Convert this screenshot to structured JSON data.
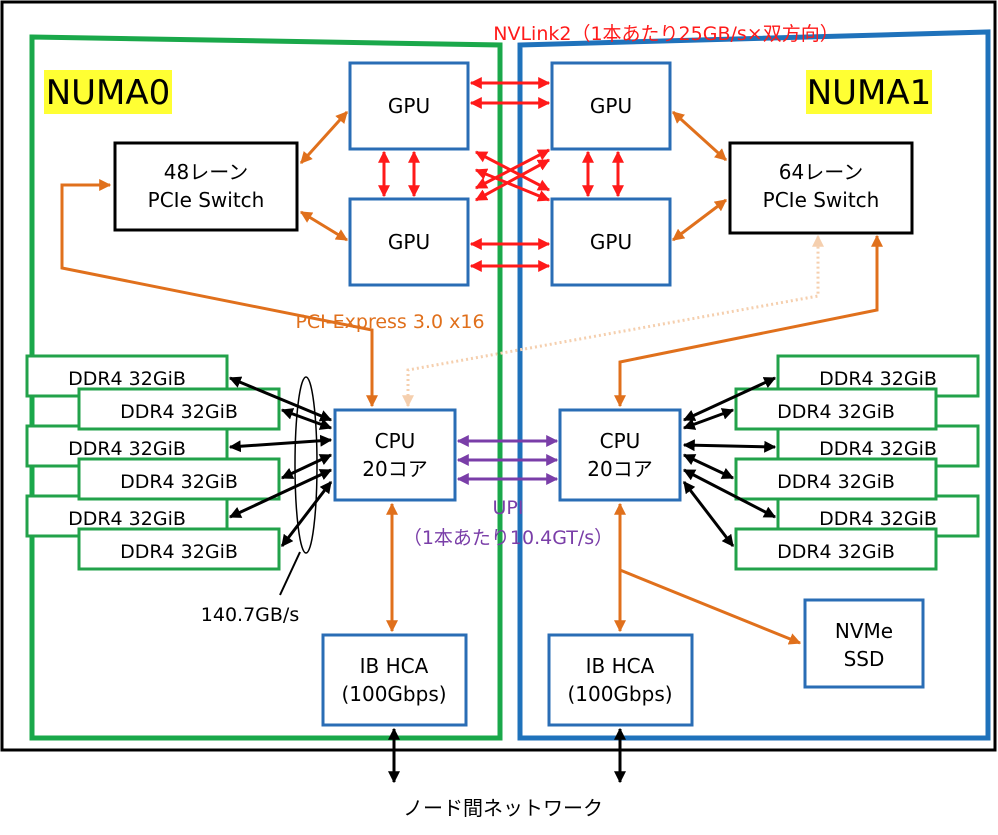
{
  "numa0_label": "NUMA0",
  "numa1_label": "NUMA1",
  "nvlink_label": "NVLink2（1本あたり25GB/s×双方向）",
  "pcie_label": "PCI-Express 3.0 x16",
  "upi_label_line1": "UPI",
  "upi_label_line2": "（1本あたり10.4GT/s）",
  "bandwidth_label": "140.7GB/s",
  "network_label": "ノード間ネットワーク",
  "gpu_label": "GPU",
  "switch0": {
    "line1": "48レーン",
    "line2": "PCIe Switch"
  },
  "switch1": {
    "line1": "64レーン",
    "line2": "PCIe Switch"
  },
  "cpu": {
    "line1": "CPU",
    "line2": "20コア"
  },
  "dimm_label": "DDR4 32GiB",
  "hca": {
    "line1": "IB HCA",
    "line2": "(100Gbps)"
  },
  "nvme": {
    "line1": "NVMe",
    "line2": "SSD"
  },
  "colors": {
    "numa0_border": "#1aa84a",
    "numa1_border": "#1f72bb",
    "box_blue": "#2a6db5",
    "dimm_green": "#22a24a",
    "nvlink_red": "#ff1a1a",
    "pcie_orange": "#e0701c",
    "upi_purple": "#7a3ea8",
    "highlight_yellow": "#ffff33"
  }
}
